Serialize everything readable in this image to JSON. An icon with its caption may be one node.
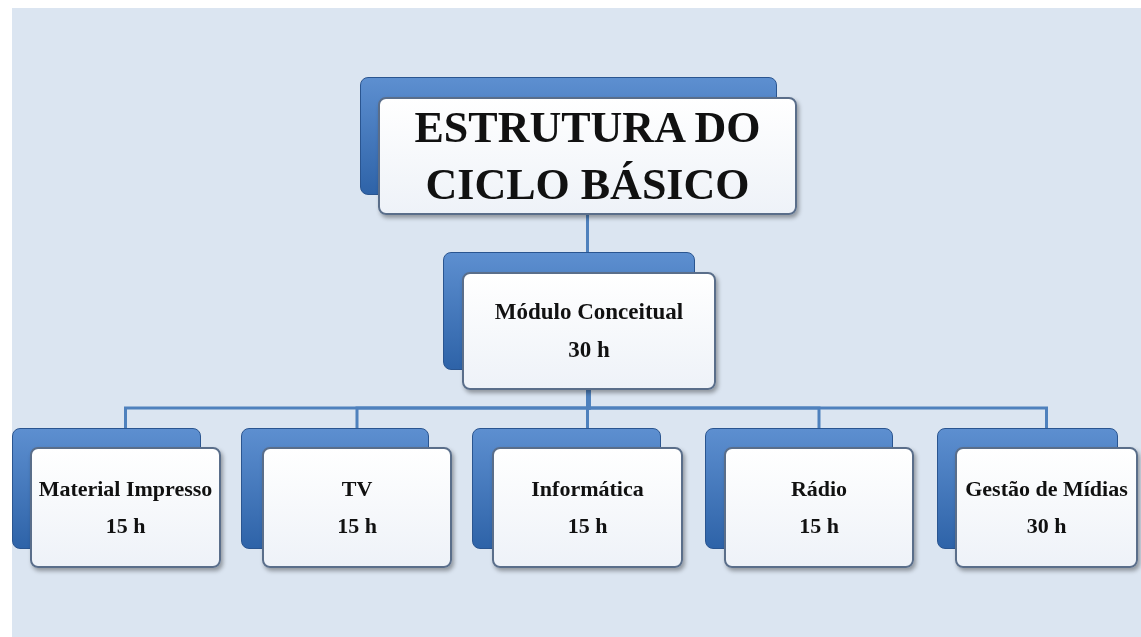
{
  "diagram": {
    "nodes": [
      {
        "text": [
          "ESTRUTURA DO CICLO BÁSICO"
        ]
      },
      {
        "text": [
          "Módulo Conceitual",
          "30 h"
        ]
      },
      {
        "text": [
          "Material Impresso",
          "15 h"
        ]
      },
      {
        "text": [
          "TV",
          "15 h"
        ]
      },
      {
        "text": [
          "Informática",
          "15 h"
        ]
      },
      {
        "text": [
          "Rádio",
          "15 h"
        ]
      },
      {
        "text": [
          "Gestão de Mídias",
          "30 h"
        ]
      }
    ],
    "edges": [
      {
        "from": 0,
        "to": 1,
        "arrow": "none"
      },
      {
        "from": 1,
        "to": 2,
        "arrow": "none"
      },
      {
        "from": 1,
        "to": 3,
        "arrow": "none"
      },
      {
        "from": 1,
        "to": 4,
        "arrow": "none"
      },
      {
        "from": 1,
        "to": 5,
        "arrow": "none"
      },
      {
        "from": 1,
        "to": 6,
        "arrow": "none"
      }
    ]
  }
}
